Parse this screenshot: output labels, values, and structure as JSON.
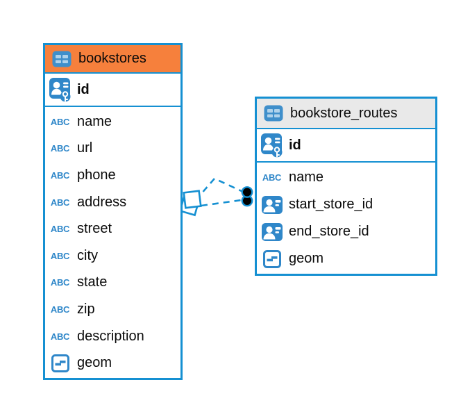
{
  "diagram": {
    "colors": {
      "border_blue": "#1590D2",
      "icon_blue": "#2F87C9",
      "selected_header_orange": "#F6803C",
      "header_gray": "#E9E9E9",
      "text": "#0a0a0a",
      "relation_dot_fill": "#000000"
    },
    "icons": {
      "text_type_glyph": "ABC"
    },
    "tables": [
      {
        "key": "bookstores",
        "title": "bookstores",
        "header_style": "selected-orange",
        "primary_key": {
          "label": "id",
          "icon": "primary-key-icon"
        },
        "fields": [
          {
            "label": "name",
            "icon": "text-type-icon"
          },
          {
            "label": "url",
            "icon": "text-type-icon"
          },
          {
            "label": "phone",
            "icon": "text-type-icon"
          },
          {
            "label": "address",
            "icon": "text-type-icon"
          },
          {
            "label": "street",
            "icon": "text-type-icon"
          },
          {
            "label": "city",
            "icon": "text-type-icon"
          },
          {
            "label": "state",
            "icon": "text-type-icon"
          },
          {
            "label": "zip",
            "icon": "text-type-icon"
          },
          {
            "label": "description",
            "icon": "text-type-icon"
          },
          {
            "label": "geom",
            "icon": "geometry-type-icon"
          }
        ]
      },
      {
        "key": "bookstore_routes",
        "title": "bookstore_routes",
        "header_style": "gray",
        "primary_key": {
          "label": "id",
          "icon": "primary-key-icon"
        },
        "fields": [
          {
            "label": "name",
            "icon": "text-type-icon"
          },
          {
            "label": "start_store_id",
            "icon": "foreign-key-icon"
          },
          {
            "label": "end_store_id",
            "icon": "foreign-key-icon"
          },
          {
            "label": "geom",
            "icon": "geometry-type-icon"
          }
        ]
      }
    ],
    "relations": [
      {
        "from_table": "bookstores",
        "to_table": "bookstore_routes",
        "style": "dashed"
      },
      {
        "from_table": "bookstores",
        "to_table": "bookstore_routes",
        "style": "dashed"
      }
    ]
  }
}
